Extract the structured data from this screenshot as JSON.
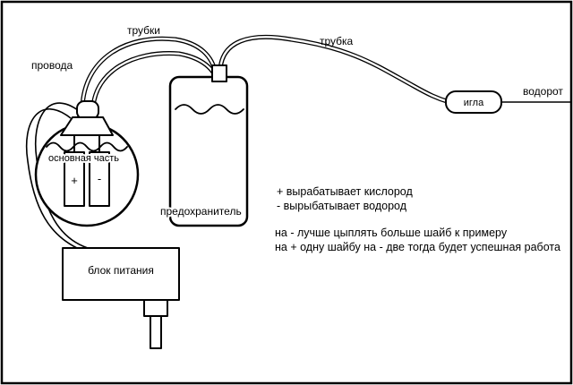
{
  "diagram": {
    "labels": {
      "tubes": "трубки",
      "tube": "трубка",
      "wires": "провода",
      "hydrogen_output": "водорот",
      "needle": "игла",
      "main_part": "основная часть",
      "fuse": "предохранитель",
      "power_supply": "блок питания",
      "electrode_plus": "+",
      "electrode_minus": "-"
    },
    "notes": {
      "line1": "+ вырабатывает кислород",
      "line2": "- вырыбатывает водород",
      "line3": "на - лучше цыплять больше шайб к примеру",
      "line4": "на + одну шайбу на - две тогда будет успешная работа"
    },
    "colors": {
      "ink": "#000000",
      "background": "#ffffff"
    }
  }
}
